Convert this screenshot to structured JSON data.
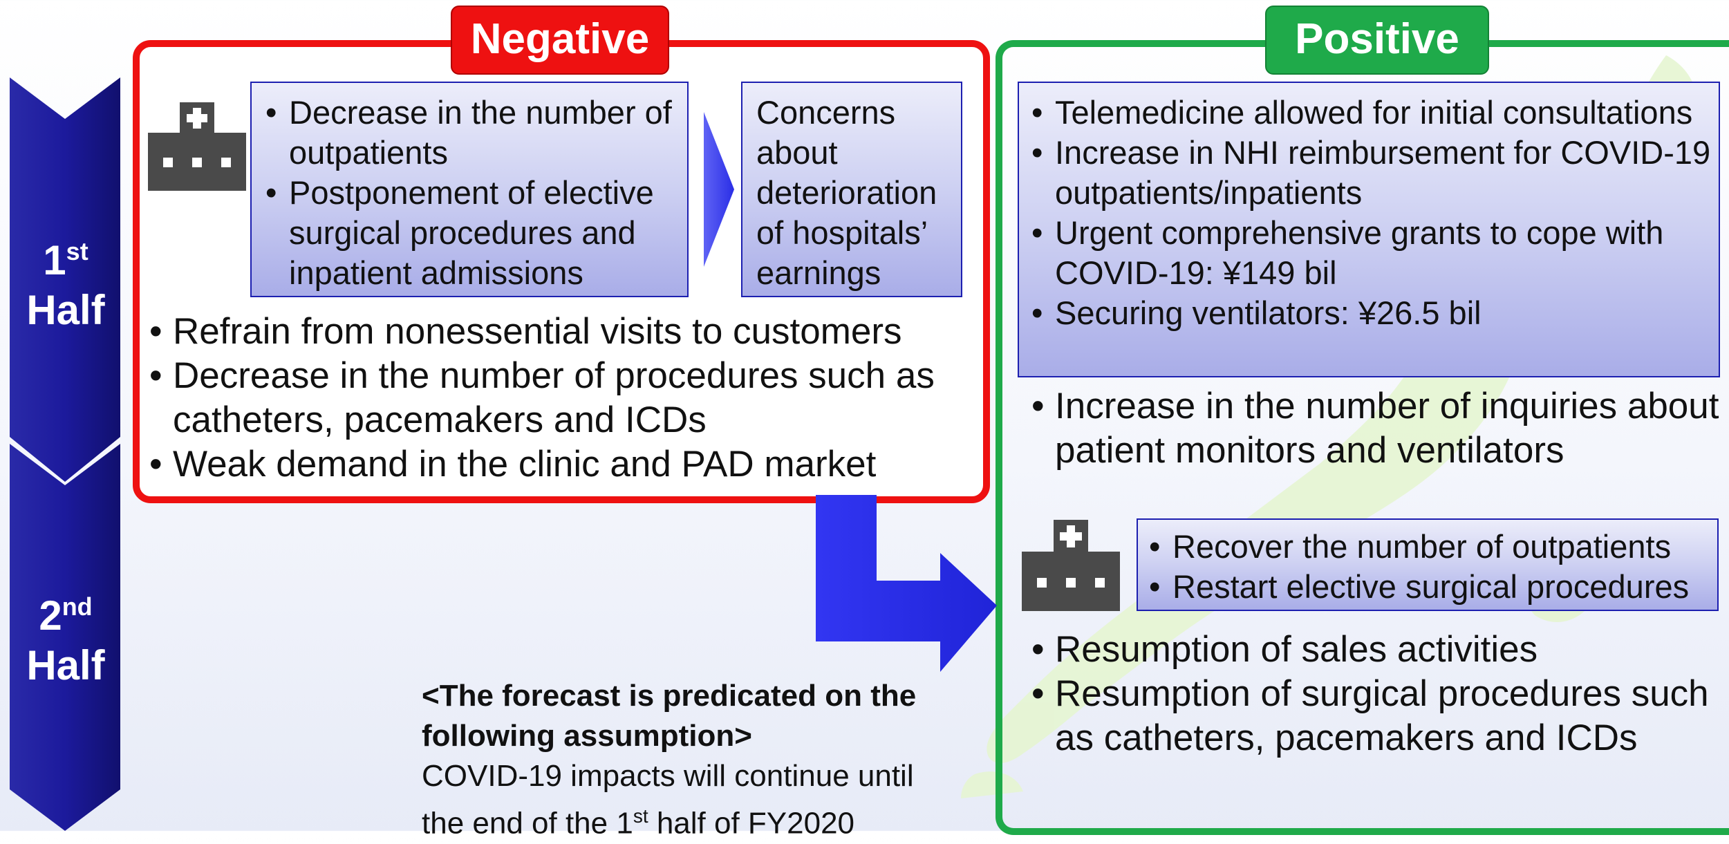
{
  "negative": {
    "title": "Negative",
    "box_bullets": [
      "Decrease in the number of outpatients",
      "Postponement of elective surgical procedures and inpatient admissions"
    ],
    "concern_text": "Concerns about deterioration of hospitals’ earnings",
    "bullets": [
      "Refrain from nonessential visits to customers",
      "Decrease in the number of procedures such as catheters, pacemakers and ICDs",
      "Weak demand in the clinic and PAD market"
    ]
  },
  "positive": {
    "title": "Positive",
    "box_bullets": [
      "Telemedicine allowed for initial consultations",
      "Increase in NHI reimbursement for COVID-19 outpatients/inpatients",
      "Urgent comprehensive grants to cope with COVID-19: ¥149 bil",
      "Securing ventilators: ¥26.5 bil"
    ],
    "first_half_bullets": [
      "Increase in the number of inquiries about patient monitors and ventilators"
    ],
    "second_half_box_bullets": [
      "Recover the number of outpatients",
      "Restart elective surgical procedures"
    ],
    "second_half_bullets": [
      "Resumption of sales activities",
      "Resumption of surgical procedures such as catheters, pacemakers and ICDs"
    ]
  },
  "timeline": {
    "first_num": "1",
    "first_sup": "st",
    "first_word": "Half",
    "second_num": "2",
    "second_sup": "nd",
    "second_word": "Half"
  },
  "note": {
    "heading_line1": "<The forecast is predicated on the",
    "heading_line2": "following assumption>",
    "body_line1": "COVID-19 impacts will continue until",
    "body_line2_pre": "the end of the 1",
    "body_line2_sup": "st",
    "body_line2_post": " half of FY2020"
  },
  "icons": [
    "hospital-icon",
    "arrow-right-icon",
    "down-right-arrow-icon",
    "japan-map-icon"
  ],
  "colors": {
    "negative": "#ee1111",
    "positive": "#1faa4a",
    "navy": "#1c1a9c",
    "arrow_blue": "#2b2ff0",
    "icon_gray": "#4a4a4a"
  }
}
